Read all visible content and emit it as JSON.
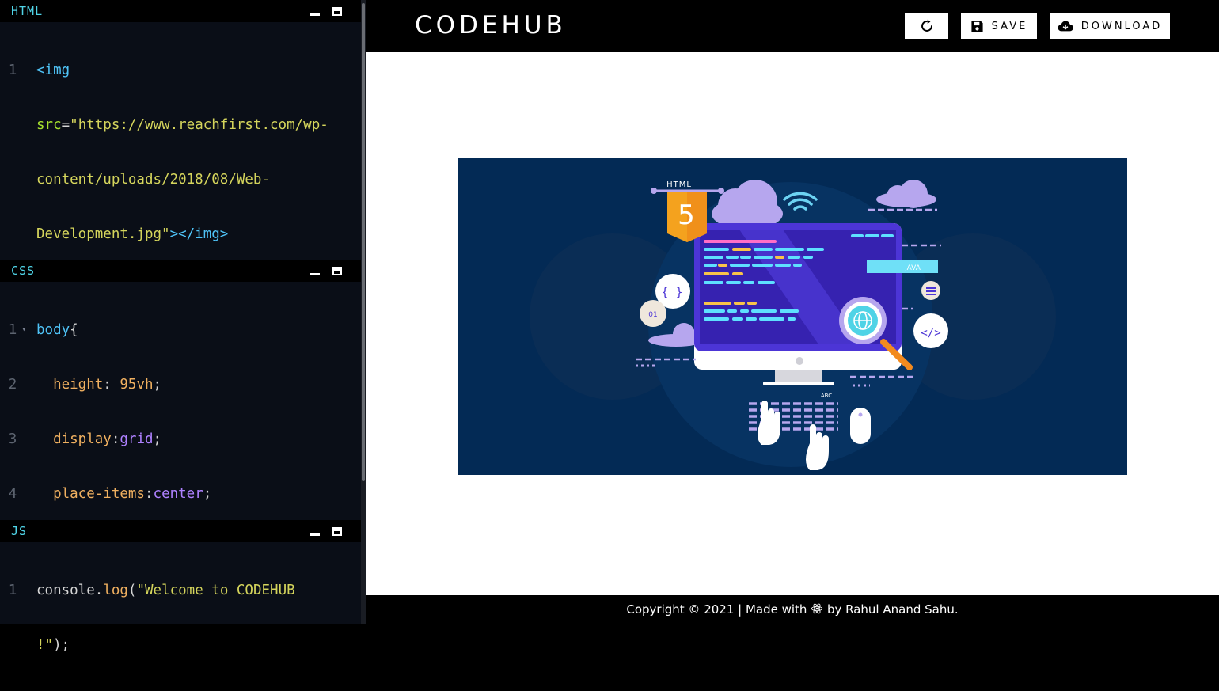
{
  "editor": {
    "panels": [
      {
        "title": "HTML"
      },
      {
        "title": "CSS"
      },
      {
        "title": "JS"
      }
    ],
    "html_code": {
      "open_tag": "<img",
      "attr": "src",
      "eq": "=",
      "url_part1": "\"https://www.reachfirst.com/wp-",
      "url_part2": "content/uploads/2018/08/Web-",
      "url_part3": "Development.jpg\"",
      "close_tag": "></img>"
    },
    "css_code": {
      "selector": "body",
      "brace_open": "{",
      "brace_close": "}",
      "decls": [
        {
          "prop": "height",
          "sep": ": ",
          "val": "95vh"
        },
        {
          "prop": "display",
          "sep": ":",
          "val": "grid"
        },
        {
          "prop": "place-items",
          "sep": ":",
          "val": "center"
        }
      ]
    },
    "js_code": {
      "obj": "console",
      "dot": ".",
      "fn": "log",
      "str_part1": "\"Welcome to CODEHUB",
      "str_part2": "!\"",
      "end": ");"
    }
  },
  "header": {
    "brand": "CODEHUB",
    "refresh_icon": "refresh-icon",
    "save_label": "SAVE",
    "download_label": "DOWNLOAD"
  },
  "illustration": {
    "html_label": "HTML",
    "html_number": "5",
    "java_label": "JAVA",
    "braces": "{ }",
    "binary": "01",
    "code_tag": "</>",
    "abc": "ABC"
  },
  "footer": {
    "text_before": "Copyright © 2021 | Made with ",
    "icon": "react-icon",
    "text_after": " by Rahul Anand Sahu."
  }
}
